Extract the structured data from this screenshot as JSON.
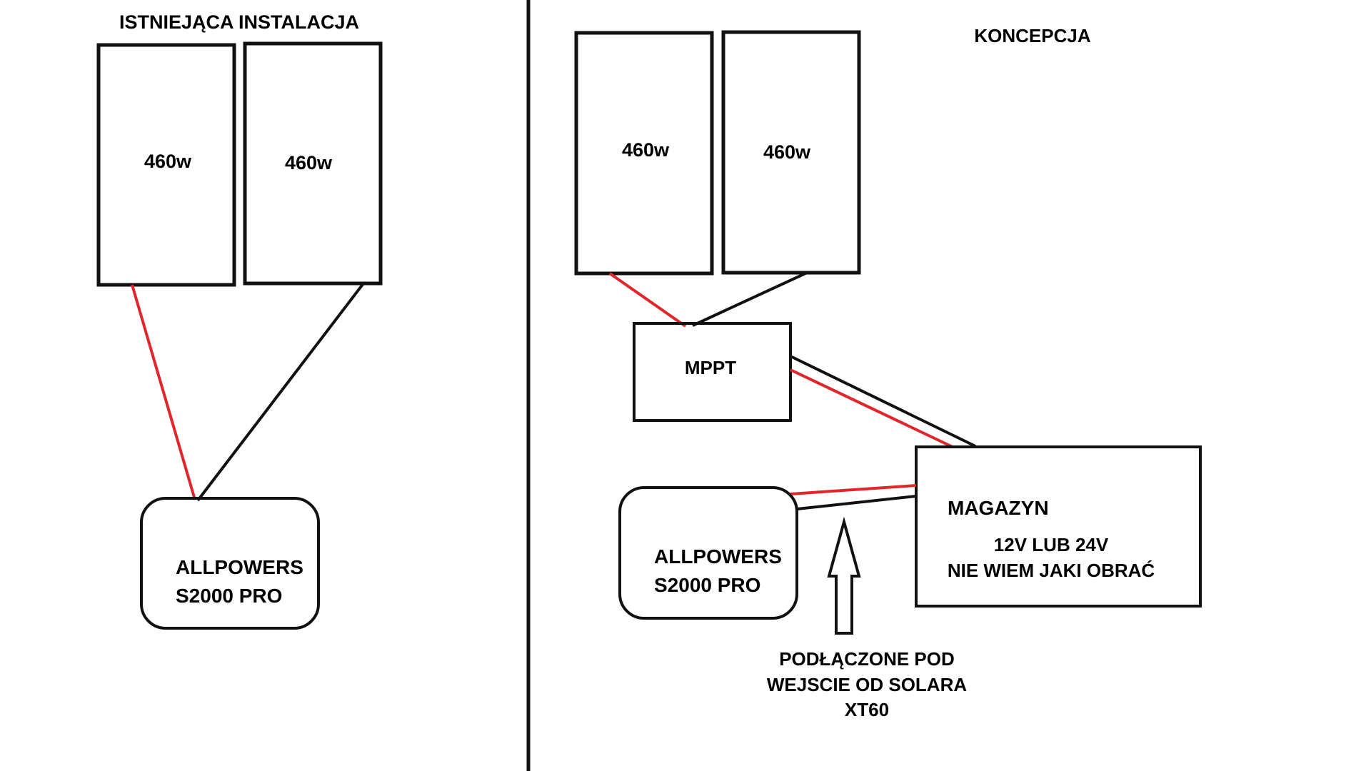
{
  "colors": {
    "positive_wire": "#e0262a",
    "negative_wire": "#111111",
    "outline": "#111111",
    "background": "#ffffff"
  },
  "left": {
    "title": "ISTNIEJĄCA INSTALACJA",
    "panel_1": "460w",
    "panel_2": "460w",
    "station_line1": "ALLPOWERS",
    "station_line2": "S2000 PRO"
  },
  "right": {
    "title": "KONCEPCJA",
    "panel_1": "460w",
    "panel_2": "460w",
    "mppt": "MPPT",
    "storage_title": "MAGAZYN",
    "storage_line1": "12V LUB 24V",
    "storage_line2": "NIE WIEM JAKI OBRAĆ",
    "station_line1": "ALLPOWERS",
    "station_line2": "S2000 PRO",
    "note_line1": "PODŁĄCZONE POD",
    "note_line2": "WEJSCIE OD SOLARA",
    "note_line3": "XT60"
  }
}
